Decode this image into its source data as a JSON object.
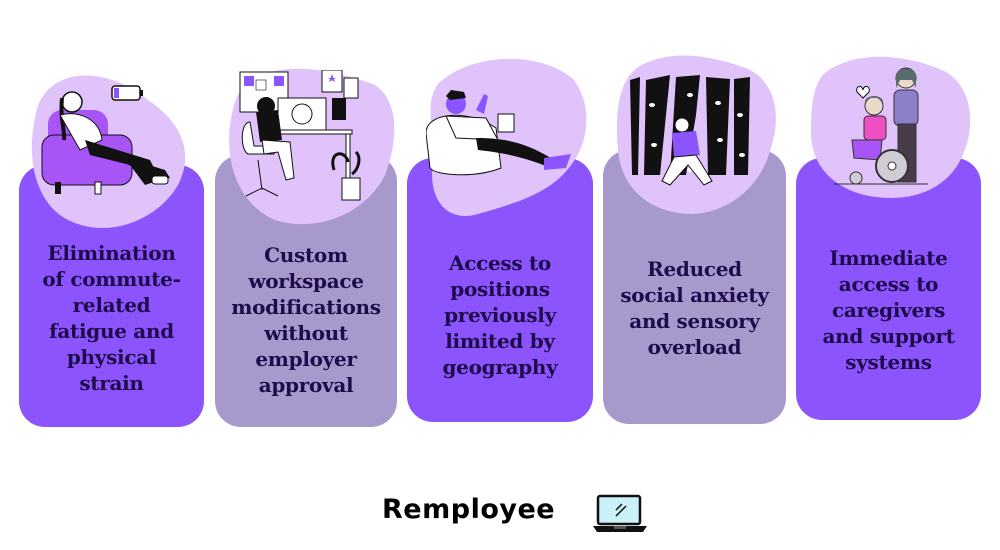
{
  "colors": {
    "card_dark": "#8b54fc",
    "card_muted": "#a899cc",
    "blob": "#dfc3fa",
    "text": "#1e0b4b"
  },
  "cards": [
    {
      "lines": [
        "Elimination",
        "of commute-",
        "related",
        "fatigue and",
        "physical",
        "strain"
      ],
      "illustration": "tired-person-armchair-icon",
      "style": "dark"
    },
    {
      "lines": [
        "Custom",
        "workspace",
        "modifications",
        "without",
        "employer",
        "approval"
      ],
      "illustration": "person-at-desk-icon",
      "style": "muted"
    },
    {
      "lines": [
        "Access to",
        "positions",
        "previously",
        "limited by",
        "geography"
      ],
      "illustration": "man-beanbag-laptop-icon",
      "style": "dark"
    },
    {
      "lines": [
        "Reduced",
        "social anxiety",
        "and sensory",
        "overload"
      ],
      "illustration": "anxious-man-forest-eyes-icon",
      "style": "muted"
    },
    {
      "lines": [
        "Immediate",
        "access to",
        "caregivers",
        "and support",
        "systems"
      ],
      "illustration": "caregiver-wheelchair-icon",
      "style": "dark"
    }
  ],
  "brand": {
    "name": "Remployee",
    "icon": "laptop-icon"
  }
}
